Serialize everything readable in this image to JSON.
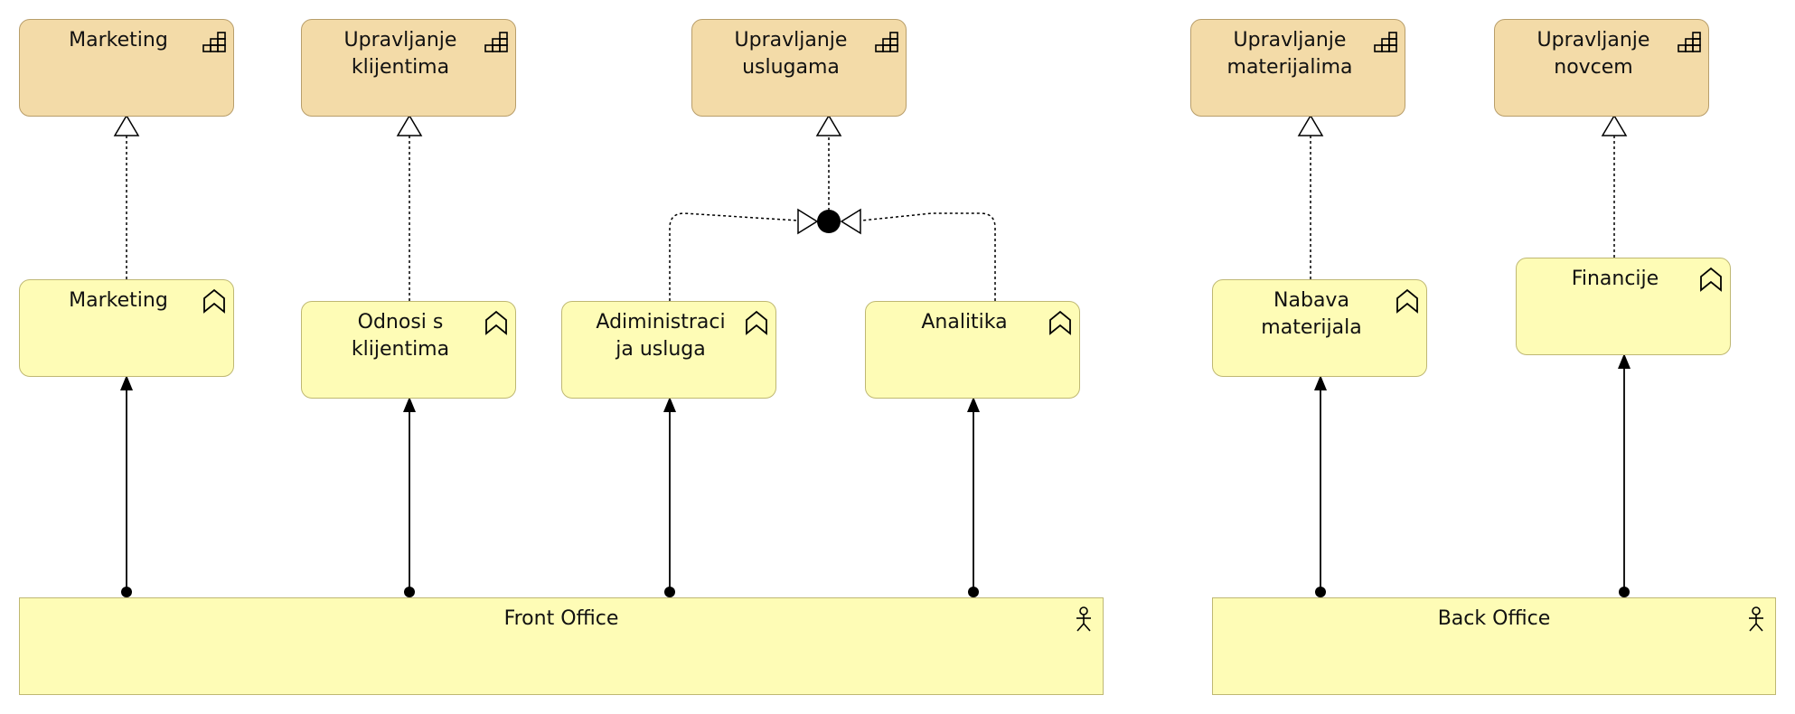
{
  "capabilities": [
    {
      "id": "cap-marketing",
      "label": "Marketing",
      "icon": "capability-icon"
    },
    {
      "id": "cap-klijenti",
      "label": "Upravljanje\nklijentima",
      "icon": "capability-icon"
    },
    {
      "id": "cap-usluge",
      "label": "Upravljanje\nuslugama",
      "icon": "capability-icon"
    },
    {
      "id": "cap-materijali",
      "label": "Upravljanje\nmaterijalima",
      "icon": "capability-icon"
    },
    {
      "id": "cap-novac",
      "label": "Upravljanje\nnovcem",
      "icon": "capability-icon"
    }
  ],
  "functions": [
    {
      "id": "fn-marketing",
      "label": "Marketing",
      "icon": "function-icon"
    },
    {
      "id": "fn-odnosi",
      "label": "Odnosi s\nklijentima",
      "icon": "function-icon"
    },
    {
      "id": "fn-administracija",
      "label": "Adiministraci\nja usluga",
      "icon": "function-icon"
    },
    {
      "id": "fn-analitika",
      "label": "Analitika",
      "icon": "function-icon"
    },
    {
      "id": "fn-nabava",
      "label": "Nabava\nmaterijala",
      "icon": "function-icon"
    },
    {
      "id": "fn-financije",
      "label": "Financije",
      "icon": "function-icon"
    }
  ],
  "actors": [
    {
      "id": "actor-front",
      "label": "Front Office",
      "icon": "actor-icon"
    },
    {
      "id": "actor-back",
      "label": "Back Office",
      "icon": "actor-icon"
    }
  ],
  "relations": {
    "realization": [
      [
        "fn-marketing",
        "cap-marketing"
      ],
      [
        "fn-odnosi",
        "cap-klijenti"
      ],
      [
        "junction-and",
        "cap-usluge"
      ],
      [
        "fn-nabava",
        "cap-materijali"
      ],
      [
        "fn-financije",
        "cap-novac"
      ]
    ],
    "realization_to_junction": [
      [
        "fn-administracija",
        "junction-and"
      ],
      [
        "fn-analitika",
        "junction-and"
      ]
    ],
    "assignment": [
      [
        "actor-front",
        "fn-marketing"
      ],
      [
        "actor-front",
        "fn-odnosi"
      ],
      [
        "actor-front",
        "fn-administracija"
      ],
      [
        "actor-front",
        "fn-analitika"
      ],
      [
        "actor-back",
        "fn-nabava"
      ],
      [
        "actor-back",
        "fn-financije"
      ]
    ]
  },
  "junction": {
    "id": "junction-and",
    "type": "and"
  },
  "colors": {
    "capability_fill": "#f3dba8",
    "function_fill": "#fefcb6",
    "actor_fill": "#fefcb6",
    "line": "#000000"
  }
}
